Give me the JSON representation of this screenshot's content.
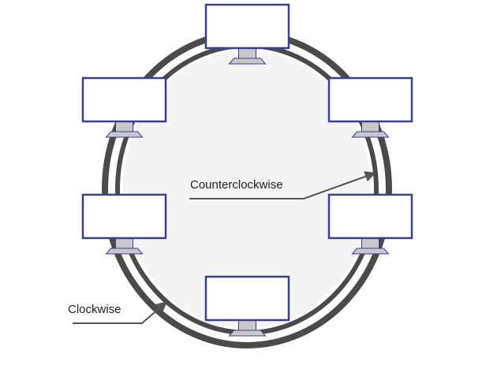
{
  "diagram": {
    "labels": {
      "counterclockwise": "Counterclockwise",
      "clockwise": "Clockwise"
    },
    "colors": {
      "ring_outer": "#4a4a4a",
      "ring_inner": "#4a4a4a",
      "ring_gap": "#ffffff",
      "center_fill": "#f4f4f6",
      "monitor_border": "#3c3f8c",
      "monitor_screen": "#ffffff",
      "monitor_stand": "#c8c8cc",
      "monitor_stand_border": "#3c3f8c",
      "arrow": "#555555",
      "text": "#222222"
    },
    "nodes": [
      {
        "name": "monitor-top"
      },
      {
        "name": "monitor-upper-left"
      },
      {
        "name": "monitor-upper-right"
      },
      {
        "name": "monitor-lower-left"
      },
      {
        "name": "monitor-lower-right"
      },
      {
        "name": "monitor-bottom"
      }
    ]
  }
}
